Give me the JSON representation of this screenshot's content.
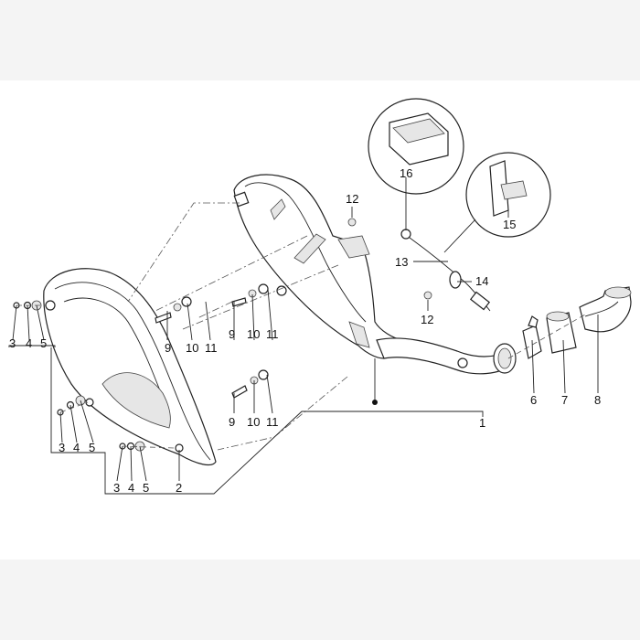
{
  "diagram": {
    "callouts": [
      {
        "id": "c1",
        "text": "1"
      },
      {
        "id": "c2",
        "text": "2"
      },
      {
        "id": "c3a",
        "text": "3"
      },
      {
        "id": "c4a",
        "text": "4"
      },
      {
        "id": "c5a",
        "text": "5"
      },
      {
        "id": "c3b",
        "text": "3"
      },
      {
        "id": "c4b",
        "text": "4"
      },
      {
        "id": "c5b",
        "text": "5"
      },
      {
        "id": "c3c",
        "text": "3"
      },
      {
        "id": "c4c",
        "text": "4"
      },
      {
        "id": "c5c",
        "text": "5"
      },
      {
        "id": "c6",
        "text": "6"
      },
      {
        "id": "c7",
        "text": "7"
      },
      {
        "id": "c8",
        "text": "8"
      },
      {
        "id": "c9a",
        "text": "9"
      },
      {
        "id": "c10a",
        "text": "10"
      },
      {
        "id": "c11a",
        "text": "11"
      },
      {
        "id": "c9b",
        "text": "9"
      },
      {
        "id": "c10b",
        "text": "10"
      },
      {
        "id": "c11b",
        "text": "11"
      },
      {
        "id": "c9c",
        "text": "9"
      },
      {
        "id": "c10c",
        "text": "10"
      },
      {
        "id": "c11c",
        "text": "11"
      },
      {
        "id": "c12a",
        "text": "12"
      },
      {
        "id": "c12b",
        "text": "12"
      },
      {
        "id": "c13",
        "text": "13"
      },
      {
        "id": "c14",
        "text": "14"
      },
      {
        "id": "c15",
        "text": "15"
      },
      {
        "id": "c16",
        "text": "16"
      }
    ]
  }
}
